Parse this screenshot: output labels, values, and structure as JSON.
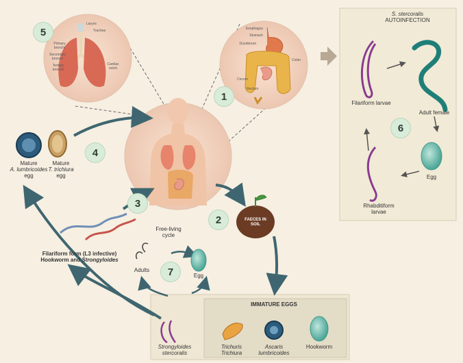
{
  "steps": {
    "s1": "1",
    "s2": "2",
    "s3": "3",
    "s4": "4",
    "s5": "5",
    "s6": "6",
    "s7": "7"
  },
  "lungs": {
    "larynx": "Larynx",
    "trachea": "Trachea",
    "primary": "Primary bronchi",
    "secondary": "Secondary bronchi",
    "tertiary": "Tertiary bronchi",
    "cardiac": "Cardiac notch"
  },
  "digestive": {
    "esophagus": "Esophagus",
    "stomach": "Stomach",
    "duodenum": "Duodenum",
    "colon": "Colon",
    "cecum": "Cecum",
    "rectum": "Rectum"
  },
  "autoinfection": {
    "title_species": "S. stercoralis",
    "title_rest": "AUTOINFECTION",
    "filariform": "Filariform larvae",
    "adult_female": "Adult female",
    "egg": "Egg",
    "rhabditiform": "Rhabditiform larvae"
  },
  "eggs_left": {
    "ascaris_pre": "Mature",
    "ascaris_name": "A. lumbricoides",
    "ascaris_post": "egg",
    "trichuris_pre": "Mature",
    "trichuris_name": "T. trichiura",
    "trichuris_post": "egg"
  },
  "soil": "FAECES IN SOIL",
  "filariform_form": {
    "line1": "Filariform form (L3 infective)",
    "line2_pre": "Hookworm and ",
    "line2_name": "Strongyloides"
  },
  "free_living": {
    "cycle": "Free-living cycle",
    "adults": "Adults",
    "egg": "Egg"
  },
  "immature": {
    "title": "IMMATURE EGGS",
    "strongyloides": "Strongyloides stercoralis",
    "trichuris": "Trichuris Trichiura",
    "ascaris": "Ascaris lumbricoides",
    "hookworm": "Hookworm"
  },
  "colors": {
    "arrow": "#3f6670",
    "circle": "#f3d8c6",
    "panel": "#e9e3cf",
    "egg_teal": "#5fb5a8",
    "worm_purple": "#8a3b8f",
    "worm_teal": "#2f8f86"
  }
}
